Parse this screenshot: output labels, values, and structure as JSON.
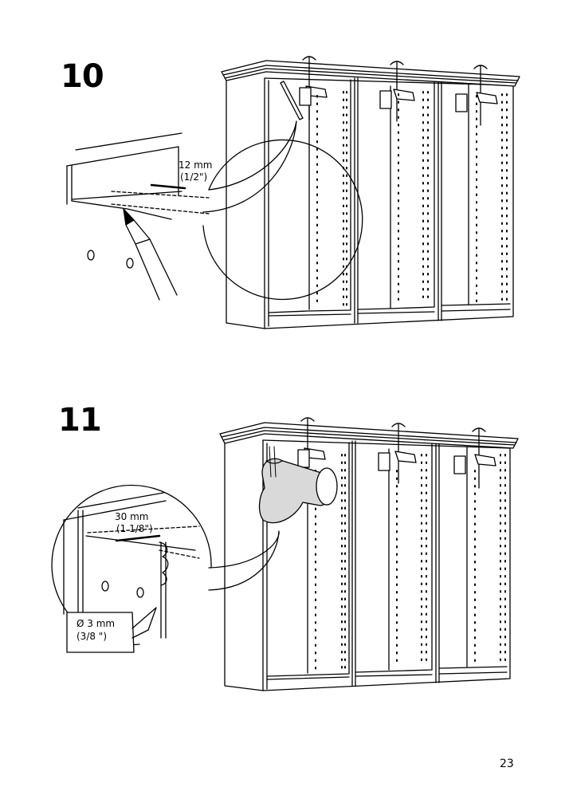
{
  "page_number": "23",
  "steps": [
    {
      "number": "10",
      "measurement_metric": "12 mm",
      "measurement_imperial": "(1/2\")"
    },
    {
      "number": "11",
      "measurement_metric": "30 mm",
      "measurement_imperial": "(1 1/8\")",
      "drill_bit_diameter": "Ø 3 mm",
      "drill_bit_diameter_imperial": "(3/8 \")"
    }
  ],
  "colors": {
    "line": "#000000",
    "background": "#ffffff",
    "drill_gray": "#d9d9d9"
  }
}
